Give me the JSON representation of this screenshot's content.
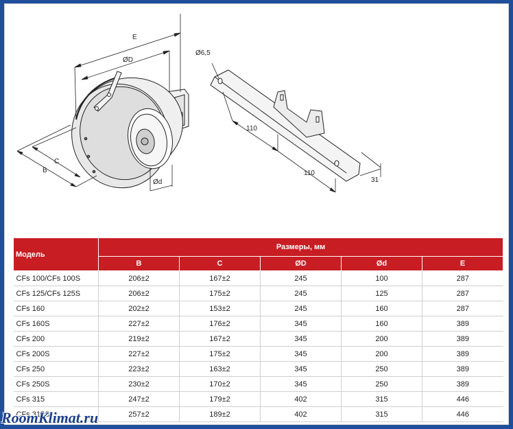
{
  "drawing": {
    "labels": {
      "E": "E",
      "D": "ØD",
      "d": "Ød",
      "B": "B",
      "C": "C",
      "hole": "Ø6,5",
      "dim110a": "110",
      "dim110b": "110",
      "dim31": "31"
    }
  },
  "table": {
    "model_header": "Модель",
    "group_header": "Размеры, мм",
    "columns": [
      "B",
      "C",
      "ØD",
      "Ød",
      "E"
    ],
    "rows": [
      {
        "model": "CFs 100/CFs 100S",
        "cells": [
          "206±2",
          "167±2",
          "245",
          "100",
          "287"
        ]
      },
      {
        "model": "CFs 125/CFs 125S",
        "cells": [
          "206±2",
          "175±2",
          "245",
          "125",
          "287"
        ]
      },
      {
        "model": "CFs 160",
        "cells": [
          "202±2",
          "153±2",
          "245",
          "160",
          "287"
        ]
      },
      {
        "model": "CFs 160S",
        "cells": [
          "227±2",
          "176±2",
          "345",
          "160",
          "389"
        ]
      },
      {
        "model": "CFs 200",
        "cells": [
          "219±2",
          "167±2",
          "345",
          "200",
          "389"
        ]
      },
      {
        "model": "CFs 200S",
        "cells": [
          "227±2",
          "175±2",
          "345",
          "200",
          "389"
        ]
      },
      {
        "model": "CFs 250",
        "cells": [
          "223±2",
          "163±2",
          "345",
          "250",
          "389"
        ]
      },
      {
        "model": "CFs 250S",
        "cells": [
          "230±2",
          "170±2",
          "345",
          "250",
          "389"
        ]
      },
      {
        "model": "CFs 315",
        "cells": [
          "247±2",
          "179±2",
          "402",
          "315",
          "446"
        ]
      },
      {
        "model": "CFs 315S",
        "cells": [
          "257±2",
          "189±2",
          "402",
          "315",
          "446"
        ]
      }
    ]
  },
  "watermark": "RoomKlimat.ru"
}
